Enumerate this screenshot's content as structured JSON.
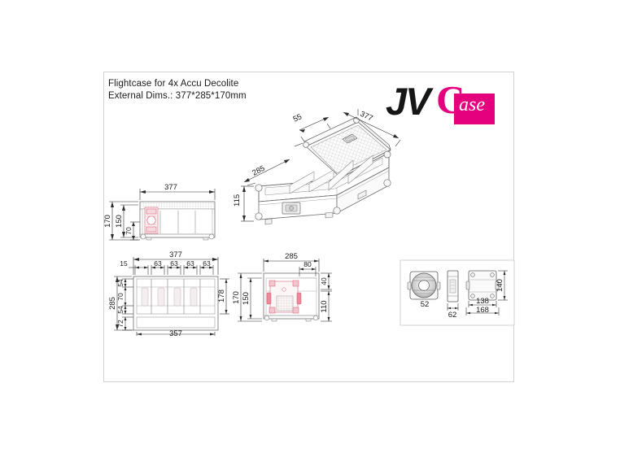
{
  "document": {
    "title_line_1": "Flightcase for 4x Accu Decolite",
    "title_line_2": "External Dims.: 377*285*170mm"
  },
  "logo": {
    "wordmark": "JV",
    "c_letter": "C",
    "ase_text": "ase",
    "brand_color": "#e5007e",
    "text_color": "#161616"
  },
  "views": {
    "isometric": {
      "name": "isometric-open-case-view",
      "dims": {
        "lid_depth": "55",
        "width": "377",
        "depth": "285",
        "height": "115"
      },
      "compartment_count": 4
    },
    "front_elevation": {
      "name": "front-elevation-view",
      "dims": {
        "width": "377",
        "total_height": "170",
        "body_height": "150",
        "base_height": "70"
      }
    },
    "plan": {
      "name": "plan-top-view",
      "dims": {
        "overall_width": "377",
        "edge": "15",
        "cell_1": "63",
        "cell_2": "63",
        "cell_3": "63",
        "cell_4": "63",
        "overall_depth": "285",
        "row_1": "54",
        "row_2": "70",
        "row_3": "54",
        "row_4": "72",
        "inner_depth": "178",
        "inner_width": "357"
      }
    },
    "side_elevation": {
      "name": "side-elevation-view",
      "dims": {
        "width": "285",
        "top_inset": "80",
        "top_height": "40",
        "total_height": "170",
        "body_height": "150",
        "lower_height": "110"
      }
    },
    "product_detail": {
      "name": "product-detail-box",
      "dims": {
        "front_width": "52",
        "side_width": "62",
        "inner_width": "138",
        "outer_width": "168",
        "height": "140"
      }
    }
  },
  "colors": {
    "line": "#6e6e6e",
    "line_light": "#a8a8a8",
    "accent_pink": "#e9a0ad",
    "accent_pink_strong": "#d4566e",
    "frame": "#d2d2d2",
    "hatch": "#b8b8b8"
  }
}
